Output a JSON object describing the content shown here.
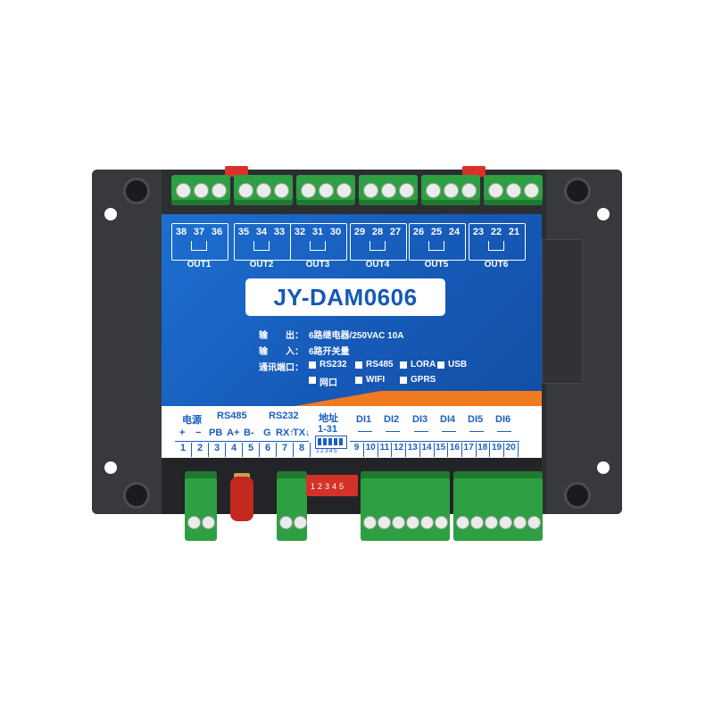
{
  "device": {
    "model": "JY-DAM0606",
    "relays": [
      {
        "nums": [
          "38",
          "37",
          "36"
        ],
        "label": "OUT1"
      },
      {
        "nums": [
          "35",
          "34",
          "33"
        ],
        "label": "OUT2"
      },
      {
        "nums": [
          "32",
          "31",
          "30"
        ],
        "label": "OUT3"
      },
      {
        "nums": [
          "29",
          "28",
          "27"
        ],
        "label": "OUT4"
      },
      {
        "nums": [
          "26",
          "25",
          "24"
        ],
        "label": "OUT5"
      },
      {
        "nums": [
          "23",
          "22",
          "21"
        ],
        "label": "OUT6"
      }
    ],
    "specs": {
      "output_label": "输　　出：",
      "output_value": "6路继电器/250VAC 10A",
      "input_label": "输　　入：",
      "input_value": "6路开关量",
      "comm_label": "通讯端口：",
      "comm_options": [
        "RS232",
        "RS485",
        "LORA",
        "USB",
        "网口",
        "WIFI",
        "GPRS"
      ]
    },
    "terminal_labels": {
      "power": "电源",
      "plus": "+",
      "minus": "−",
      "rs485": "RS485",
      "pb": "PB",
      "a_plus": "A+",
      "b_minus": "B-",
      "rs232": "RS232",
      "g": "G",
      "rx": "RX↑",
      "tx": "TX↓",
      "address": "地址",
      "address_range": "1-31",
      "dip_numbers": "12345",
      "di": [
        "DI1",
        "DI2",
        "DI3",
        "DI4",
        "DI5",
        "DI6"
      ],
      "numbers_left": [
        "1",
        "2",
        "3",
        "4",
        "5",
        "6",
        "7",
        "8"
      ],
      "numbers_right": [
        "9",
        "10",
        "11",
        "12",
        "13",
        "14",
        "15",
        "16",
        "17",
        "18",
        "19",
        "20"
      ]
    },
    "colors": {
      "panel_blue": "#1659b6",
      "terminal_green": "#2ea043",
      "accent_orange": "#f07b21",
      "housing": "#2c2e31"
    }
  }
}
